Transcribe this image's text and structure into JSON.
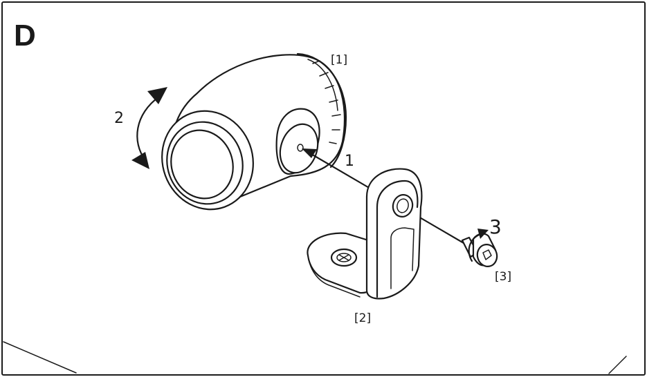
{
  "panel": {
    "letter": "D"
  },
  "steps": {
    "step1": "1",
    "step2": "2",
    "step3": "3"
  },
  "parts": {
    "lamp": "[1]",
    "bracket": "[2]",
    "screw": "[3]"
  },
  "icons": {
    "rotate_arrow": "curved-double-arrow-icon",
    "insert_arrow": "straight-arrow-icon",
    "tighten_arrow": "curved-arrow-icon"
  },
  "colors": {
    "ink": "#1a1a1a",
    "background": "#ffffff"
  }
}
